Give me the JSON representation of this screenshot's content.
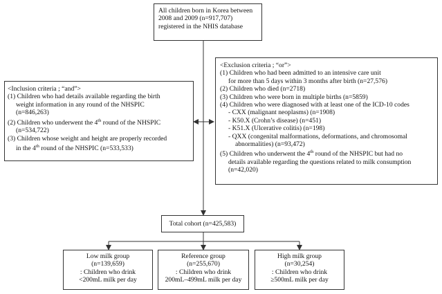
{
  "top_box": {
    "lines": [
      "All children born in Korea between",
      "2008 and 2009 (n=917,707)",
      "registered in the NHIS database"
    ]
  },
  "inclusion": {
    "title": "<Inclusion criteria ; “and”>",
    "items": [
      {
        "line1": "(1) Children who had details available regarding the birth",
        "line2": "weight information in any round of the NHSPIC",
        "line3": "(n=846,263)"
      },
      {
        "line1a": "(2) Children who underwent the 4",
        "sup": "th",
        "line1b": " round of the NHSPIC",
        "line2": "(n=534,722)"
      },
      {
        "line1": "(3) Children whose weight and height are properly recorded",
        "line2a": "in the 4",
        "sup": "th",
        "line2b": " round of the NHSPIC (n=533,533)"
      }
    ]
  },
  "exclusion": {
    "title": "<Exclusion criteria ; “or”>",
    "item1": {
      "line1": "(1) Children who had been admitted to an intensive care unit",
      "line2": "for more than 5 days within 3 months after birth (n=27,576)"
    },
    "item2": "(2) Children who died (n=2718)",
    "item3": "(3) Children who were born in multiple births (n=5859)",
    "item4": "(4) Children who were diagnosed with at least one of the ICD-10 codes",
    "codes": [
      "- CXX (malignant neoplasms) (n=1908)",
      "- K50.X (Crohn’s disease) (n=451)",
      "- K51.X (Ulcerative colitis) (n=198)"
    ],
    "code_q": {
      "line1": "- QXX (congenital malformations, deformations, and chromosomal",
      "line2": "abnormalities) (n=93,472)"
    },
    "item5": {
      "line1a": "(5) Children who underwent the 4",
      "sup": "th",
      "line1b": " round of the NHSPIC but had no",
      "line2": "details available regarding the questions related to milk consumption",
      "line3": "(n=42,020)"
    }
  },
  "total": {
    "label": "Total cohort (n=425,583)"
  },
  "groups": [
    {
      "name": "Low milk group",
      "n": "(n=139,659)",
      "desc1": ": Children who drink",
      "desc2": "<200mL milk per day"
    },
    {
      "name": "Reference group",
      "n": "(n=255,670)",
      "desc1": ": Children who drink",
      "desc2": "200mL–499mL milk per day"
    },
    {
      "name": "High milk group",
      "n": "(n=30,254)",
      "desc1": ": Children who drink",
      "desc2": "≥500mL milk per day"
    }
  ]
}
